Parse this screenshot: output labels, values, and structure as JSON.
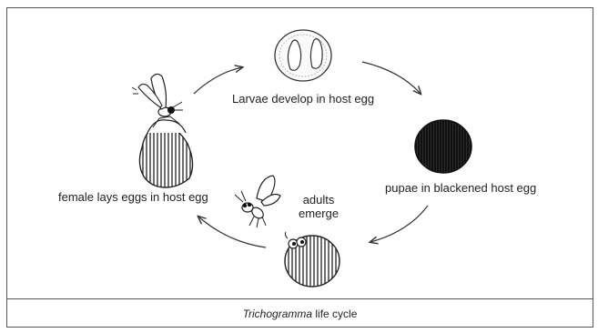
{
  "diagram": {
    "stages": {
      "larvae": "Larvae develop in host egg",
      "pupae": "pupae in blackened host egg",
      "female": "female lays eggs in host egg",
      "adults_line1": "adults",
      "adults_line2": "emerge"
    },
    "caption": {
      "italic": "Trichogramma",
      "rest": " life cycle"
    }
  }
}
